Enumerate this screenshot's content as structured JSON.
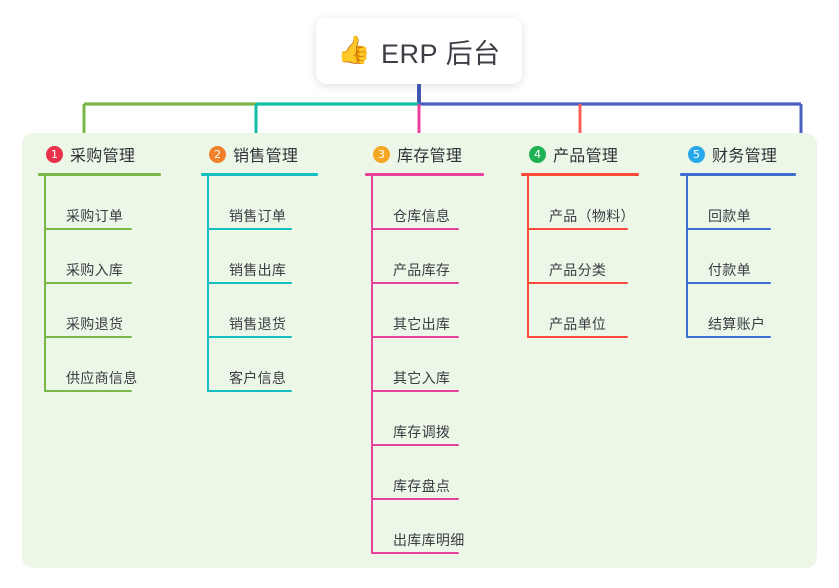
{
  "canvas": {
    "background": "#ffffff",
    "panel_background": "#ecf7e8"
  },
  "root": {
    "icon": "thumbs-up-icon",
    "emoji": "👍",
    "title": "ERP 后台",
    "stem_color": "#4256b4"
  },
  "trunk": {
    "segments": [
      {
        "name": "left-green",
        "color": "#7ab648"
      },
      {
        "name": "mid-teal",
        "color": "#12bfa5"
      },
      {
        "name": "right-blue",
        "color": "#4a5fc1"
      }
    ]
  },
  "columns": [
    {
      "number": "1",
      "badge_color": "#e8314a",
      "title": "采购管理",
      "accent": "#7ab648",
      "drop_color": "#7ab648",
      "rule_width": 123,
      "leaf_rule_width": 88,
      "items": [
        {
          "label": "采购订单"
        },
        {
          "label": "采购入库"
        },
        {
          "label": "采购退货"
        },
        {
          "label": "供应商信息"
        }
      ]
    },
    {
      "number": "2",
      "badge_color": "#f08029",
      "title": "销售管理",
      "accent": "#14bfc0",
      "drop_color": "#14bfc0",
      "rule_width": 117,
      "leaf_rule_width": 85,
      "items": [
        {
          "label": "销售订单"
        },
        {
          "label": "销售出库"
        },
        {
          "label": "销售退货"
        },
        {
          "label": "客户信息"
        }
      ]
    },
    {
      "number": "3",
      "badge_color": "#f5a623",
      "title": "库存管理",
      "accent": "#e8419b",
      "drop_color": "#e8419b",
      "rule_width": 119,
      "leaf_rule_width": 88,
      "items": [
        {
          "label": "仓库信息"
        },
        {
          "label": "产品库存"
        },
        {
          "label": "其它出库"
        },
        {
          "label": "其它入库"
        },
        {
          "label": "库存调拨"
        },
        {
          "label": "库存盘点"
        },
        {
          "label": "出库库明细"
        }
      ]
    },
    {
      "number": "4",
      "badge_color": "#1fb254",
      "title": "产品管理",
      "accent": "#fb4c3b",
      "drop_color": "#fb6057",
      "rule_width": 118,
      "leaf_rule_width": 101,
      "items": [
        {
          "label": "产品（物料）"
        },
        {
          "label": "产品分类"
        },
        {
          "label": "产品单位"
        }
      ]
    },
    {
      "number": "5",
      "badge_color": "#28a8e8",
      "title": "财务管理",
      "accent": "#3f6fd0",
      "drop_color": "#8aa2dd",
      "rule_width": 116,
      "leaf_rule_width": 85,
      "items": [
        {
          "label": "回款单"
        },
        {
          "label": "付款单"
        },
        {
          "label": "结算账户"
        }
      ]
    }
  ]
}
